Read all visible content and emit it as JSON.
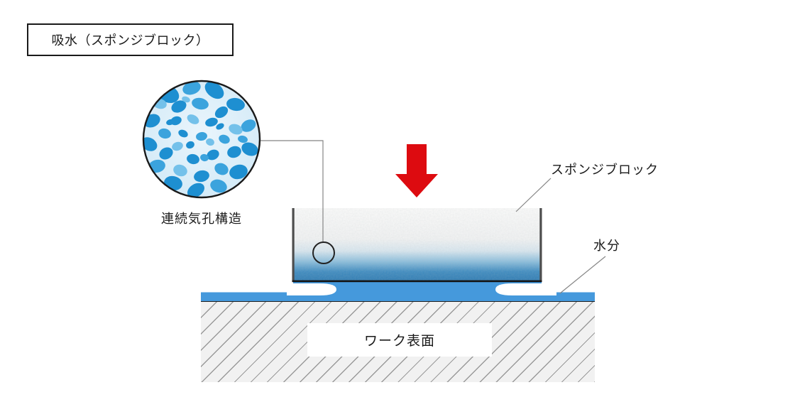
{
  "diagram_title": "吸水（スポンジブロック）",
  "inset": {
    "caption": "連続気孔構造",
    "image_name": "sponge-pore-micrograph"
  },
  "callouts": {
    "sponge_block": "スポンジブロック",
    "moisture": "水分",
    "work_surface": "ワーク表面"
  },
  "colors": {
    "water_blue": "#4599dc",
    "sponge_deep_blue": "#2e7ab1",
    "pore_blue": "#1e8fd1",
    "arrow_red": "#dd0b10",
    "leader_gray": "#858585",
    "border_dark": "#1a1a1a",
    "hatch_gray": "#9a9a9a"
  }
}
